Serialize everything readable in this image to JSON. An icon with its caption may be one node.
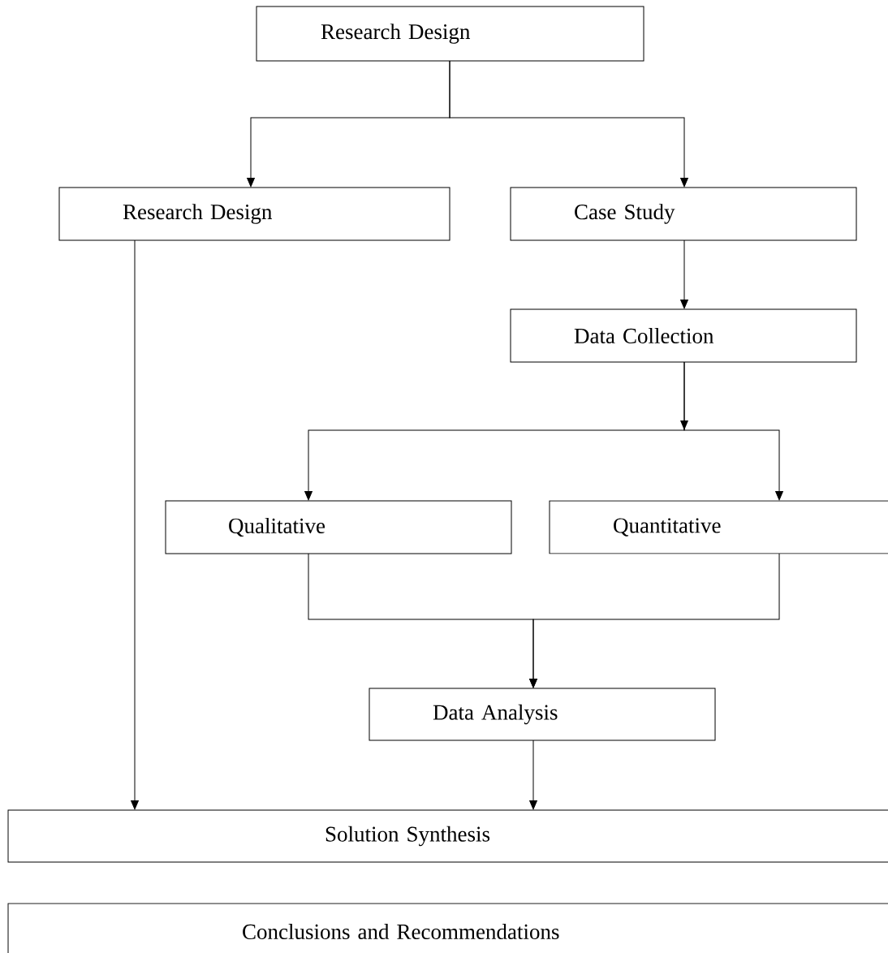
{
  "diagram": {
    "nodes": [
      {
        "text": [
          "Research Design"
        ]
      },
      {
        "text": [
          "Research Design"
        ]
      },
      {
        "text": [
          "Case Study"
        ]
      },
      {
        "text": [
          "Data Collection"
        ]
      },
      {
        "text": [
          "Qualitative"
        ]
      },
      {
        "text": [
          "Quantitative"
        ]
      },
      {
        "text": [
          "Data Analysis"
        ]
      },
      {
        "text": [
          "Solution Synthesis"
        ]
      },
      {
        "text": [
          "Conclusions and Recommendations"
        ]
      }
    ],
    "edges": [
      {
        "from": 0,
        "to": 1,
        "arrow": "to"
      },
      {
        "from": 0,
        "to": 2,
        "arrow": "to"
      },
      {
        "from": 1,
        "to": 7,
        "arrow": "to"
      },
      {
        "from": 2,
        "to": 3,
        "arrow": "to"
      },
      {
        "from": 3,
        "to": 4,
        "arrow": "to"
      },
      {
        "from": 3,
        "to": 5,
        "arrow": "to"
      },
      {
        "from": 4,
        "to": 6,
        "arrow": "to"
      },
      {
        "from": 5,
        "to": 6,
        "arrow": "to"
      },
      {
        "from": 6,
        "to": 7,
        "arrow": "to"
      }
    ]
  }
}
